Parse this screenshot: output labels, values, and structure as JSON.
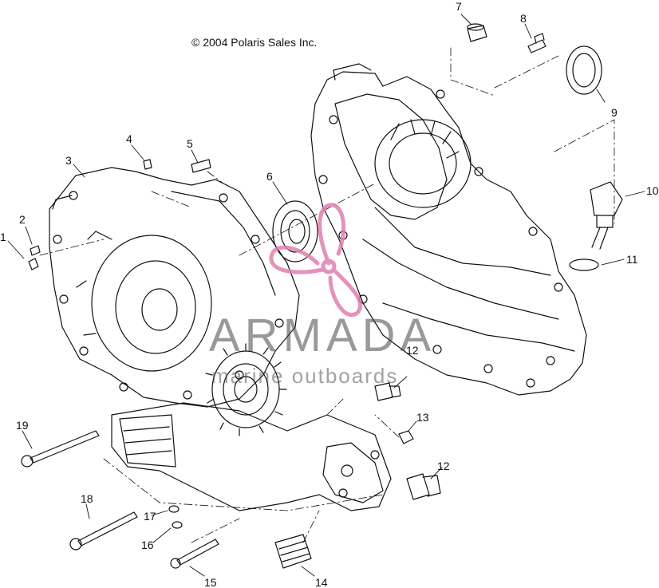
{
  "copyright": "© 2004 Polaris Sales Inc.",
  "watermark": {
    "brand": "ARMADA",
    "tagline": "marine outboards",
    "logo_color": "#e07fb2",
    "text_color": "#555555"
  },
  "callouts": [
    "1",
    "2",
    "3",
    "4",
    "5",
    "6",
    "7",
    "8",
    "9",
    "10",
    "11",
    "12",
    "12",
    "13",
    "14",
    "15",
    "16",
    "17",
    "18",
    "19"
  ]
}
